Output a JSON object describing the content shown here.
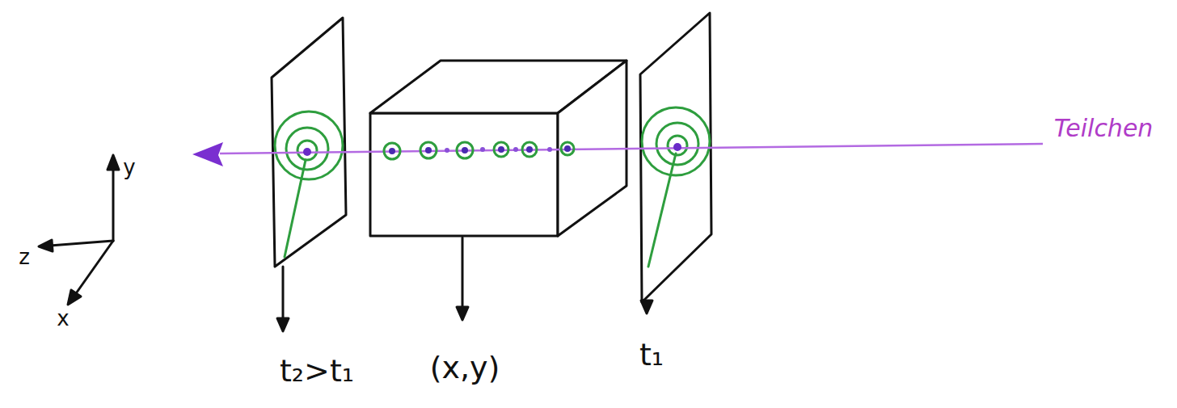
{
  "diagram": {
    "labels": [
      "Teilchen",
      "y",
      "z",
      "x",
      "t₂>t₁",
      "(x,y)",
      "t₁"
    ]
  }
}
